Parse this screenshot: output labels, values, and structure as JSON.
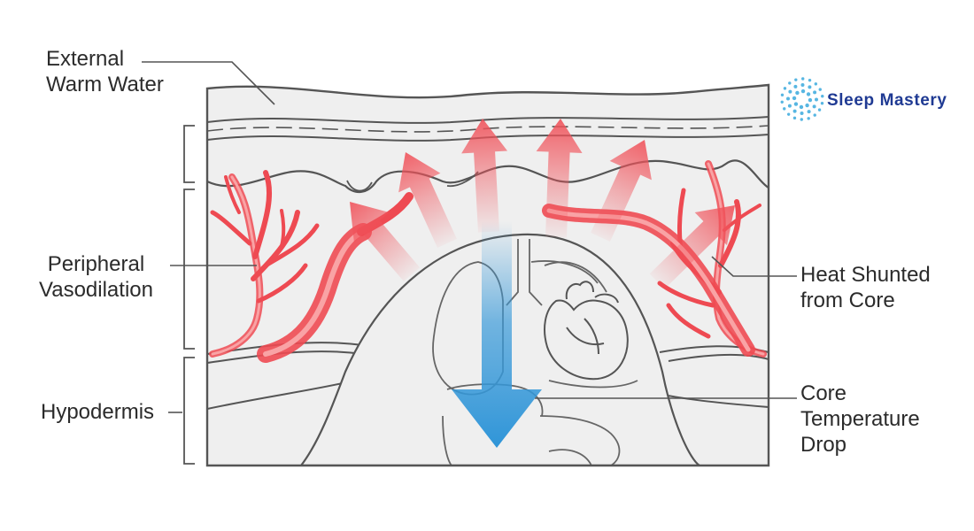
{
  "brand": {
    "name": "Sleep Mastery",
    "accent_color": "#1f3a93",
    "icon": "sunburst-dots-icon"
  },
  "labels": {
    "external_warm_water": [
      "External",
      "Warm Water"
    ],
    "peripheral_vasodilation": [
      "Peripheral",
      "Vasodilation"
    ],
    "hypodermis": [
      "Hypodermis"
    ],
    "heat_shunted": [
      "Heat Shunted",
      "from Core"
    ],
    "core_temperature_drop": [
      "Core",
      "Temperature",
      "Drop"
    ]
  },
  "colors": {
    "heat_arrow": "#f0525a",
    "vessel": "#ee4a52",
    "core_arrow": "#3a9ad9",
    "outline": "#555555",
    "background": "#efefef"
  }
}
